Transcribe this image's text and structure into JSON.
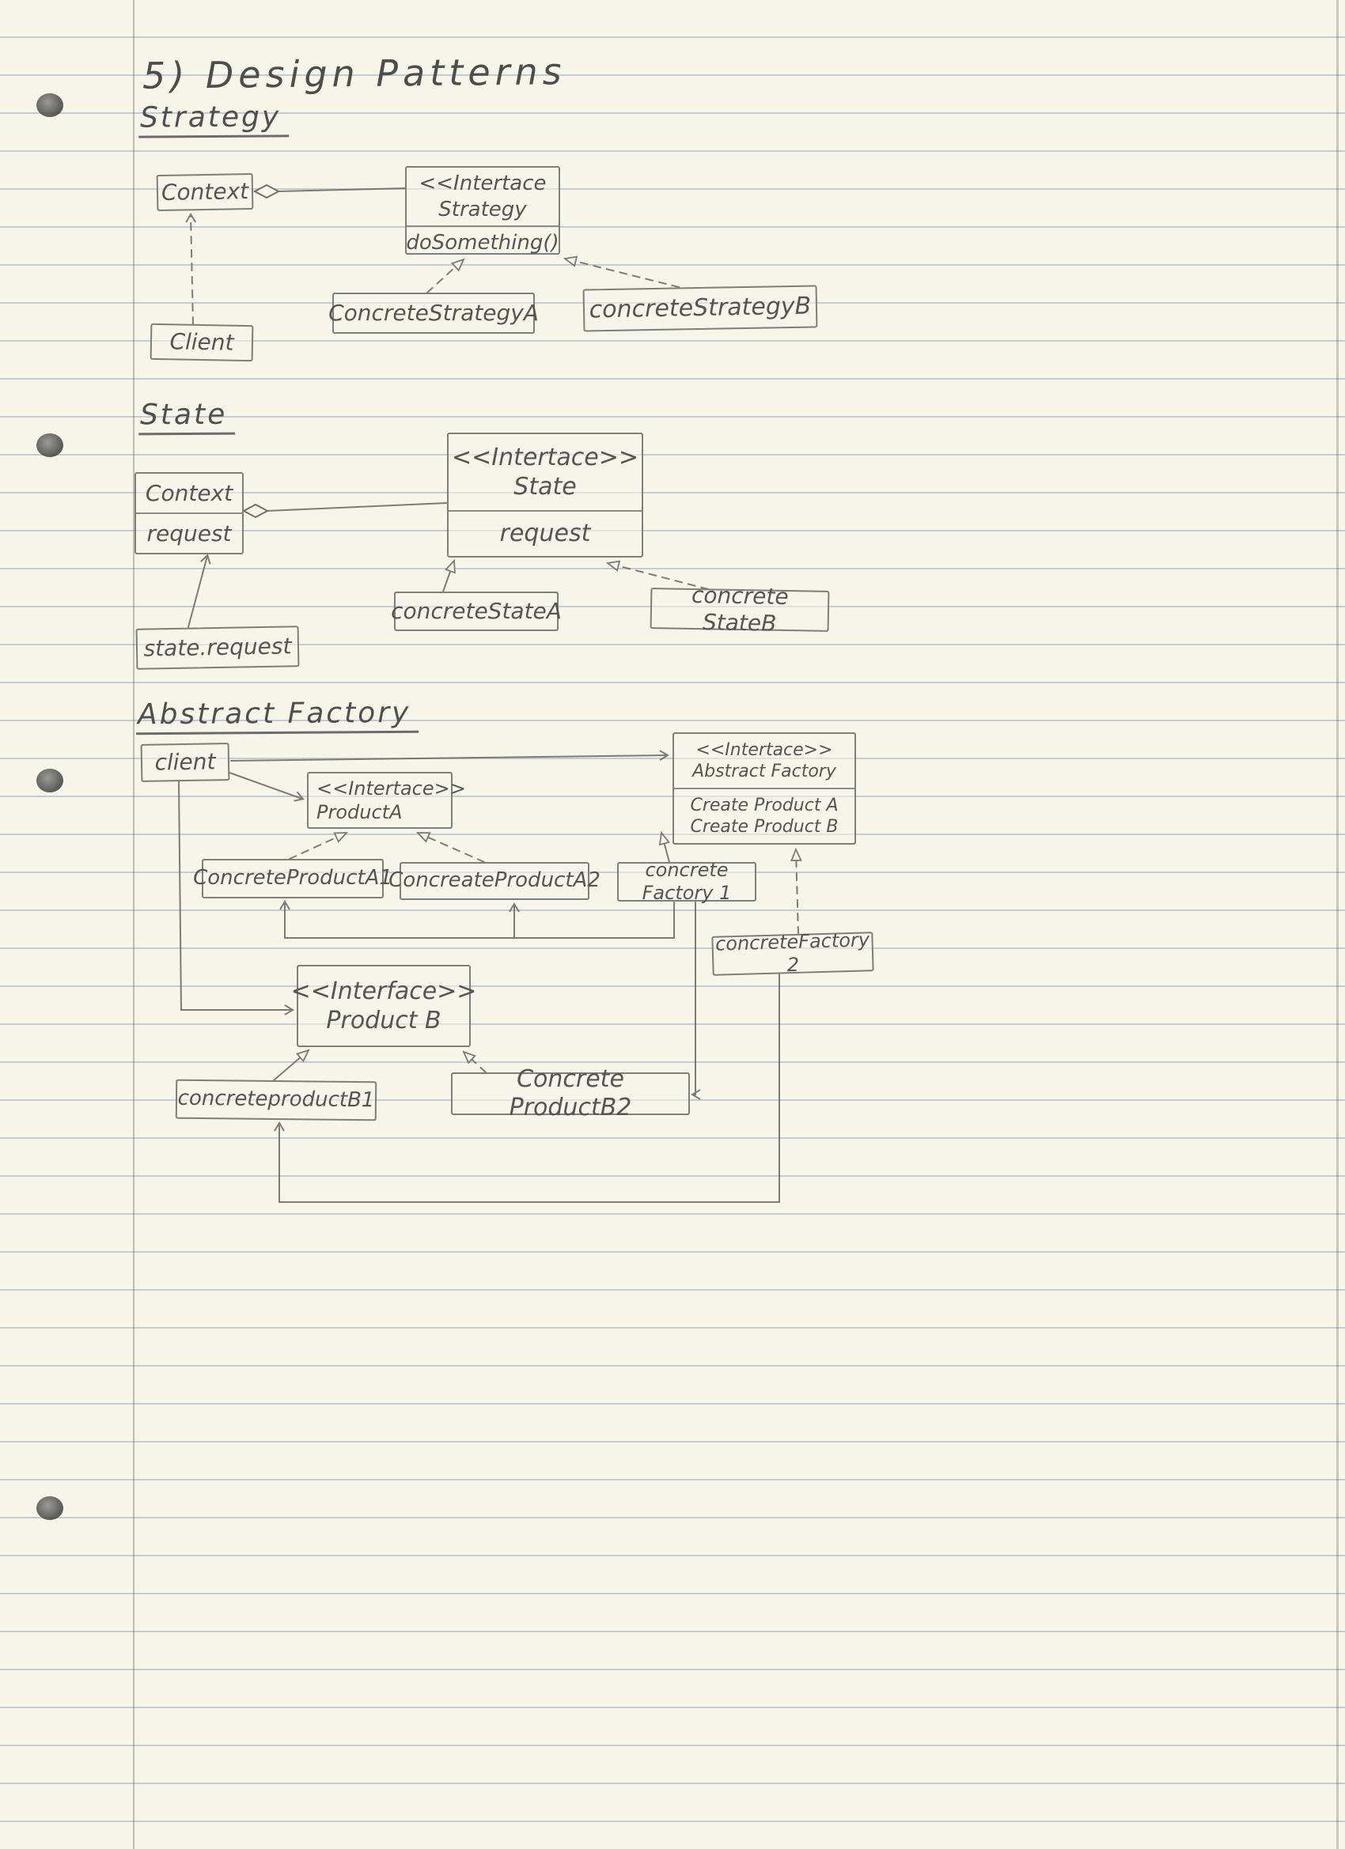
{
  "page_title": "5) Design Patterns",
  "sections": {
    "strategy": {
      "heading": "Strategy",
      "context_box": "Context",
      "client_box": "Client",
      "interface_box": {
        "stereotype": "<<Intertace",
        "name": "Strategy",
        "method": "doSomething()"
      },
      "concrete_a": "ConcreteStrategyA",
      "concrete_b": "concreteStrategyB"
    },
    "state": {
      "heading": "State",
      "context_box": {
        "name": "Context",
        "method": "request"
      },
      "interface_box": {
        "stereotype": "<<Intertace>>",
        "name": "State",
        "method": "request"
      },
      "call_box": "state.request",
      "concrete_a": "concreteStateA",
      "concrete_b": "concrete StateB"
    },
    "abstract_factory": {
      "heading": "Abstract Factory",
      "client_box": "client",
      "factory_interface": {
        "stereotype": "<<Intertace>>",
        "name": "Abstract Factory",
        "method_a": "Create Product A",
        "method_b": "Create Product B"
      },
      "product_a_interface": {
        "stereotype": "<<Intertace>>",
        "name": "ProductA"
      },
      "product_b_interface": {
        "stereotype": "<<Interface>>",
        "name": "Product B"
      },
      "concrete_product_a1": "ConcreteProductA1",
      "concrete_product_a2": "ConcreateProductA2",
      "concrete_factory_1": "concrete Factory 1",
      "concrete_factory_2": "concreteFactory 2",
      "concrete_product_b1": "concreteproductB1",
      "concrete_product_b2": "Concrete ProductB2"
    }
  }
}
